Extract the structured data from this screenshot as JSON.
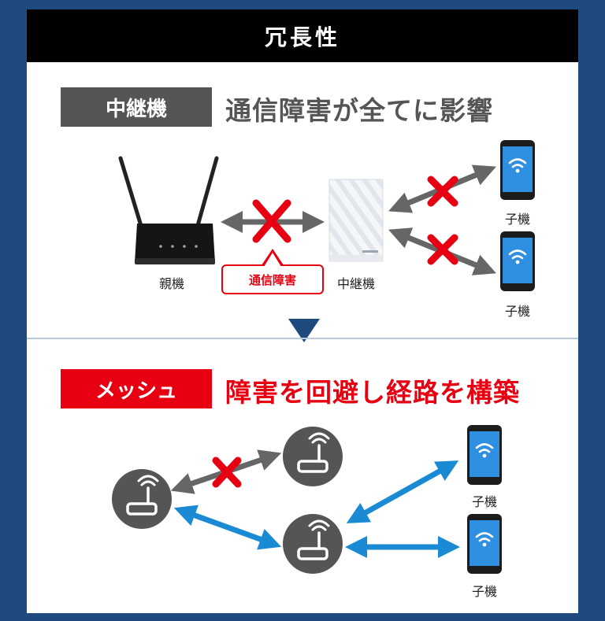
{
  "title": "冗長性",
  "section_repeater": {
    "badge": "中継機",
    "headline": "通信障害が全てに影響",
    "router_label": "親機",
    "repeater_label": "中継機",
    "failure_callout": "通信障害",
    "client_labels": [
      "子機",
      "子機"
    ]
  },
  "section_mesh": {
    "badge": "メッシュ",
    "headline": "障害を回避し経路を構築",
    "client_labels": [
      "子機",
      "子機"
    ]
  },
  "colors": {
    "frame": "#1f4a7e",
    "badge_gray": "#555555",
    "badge_red": "#e60012",
    "headline_gray": "#555555",
    "accent_red": "#e60012",
    "mesh_arrow_blue": "#1a8ad4",
    "arrow_gray": "#666666",
    "down_arrow": "#1f4a7e",
    "phone_screen": "#2f8fe0"
  }
}
